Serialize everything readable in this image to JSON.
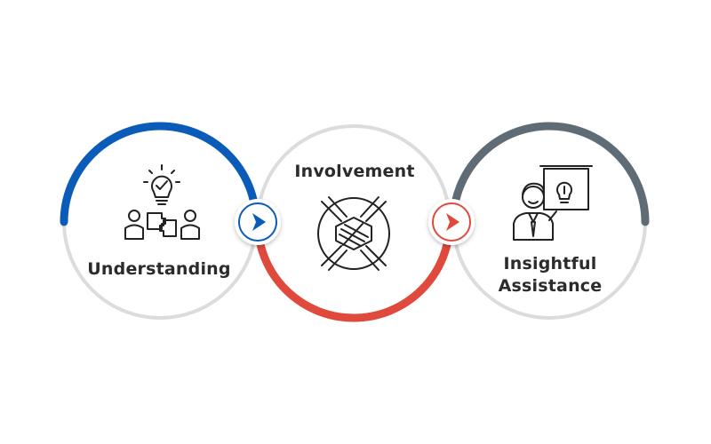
{
  "steps": [
    {
      "label": "Understanding",
      "icon": "team-idea-icon",
      "arc_color": "#0b5cb8"
    },
    {
      "label": "Involvement",
      "icon": "joined-hands-icon",
      "arc_color": "#e04a3c"
    },
    {
      "label_line1": "Insightful",
      "label_line2": "Assistance",
      "icon": "presenter-idea-icon",
      "arc_color": "#5f6b75"
    }
  ],
  "connectors": [
    {
      "icon": "play-arrow-icon",
      "color": "#0b5cb8"
    },
    {
      "icon": "play-arrow-icon",
      "color": "#e04a3c"
    }
  ],
  "ring_color": "#d9d9dc"
}
